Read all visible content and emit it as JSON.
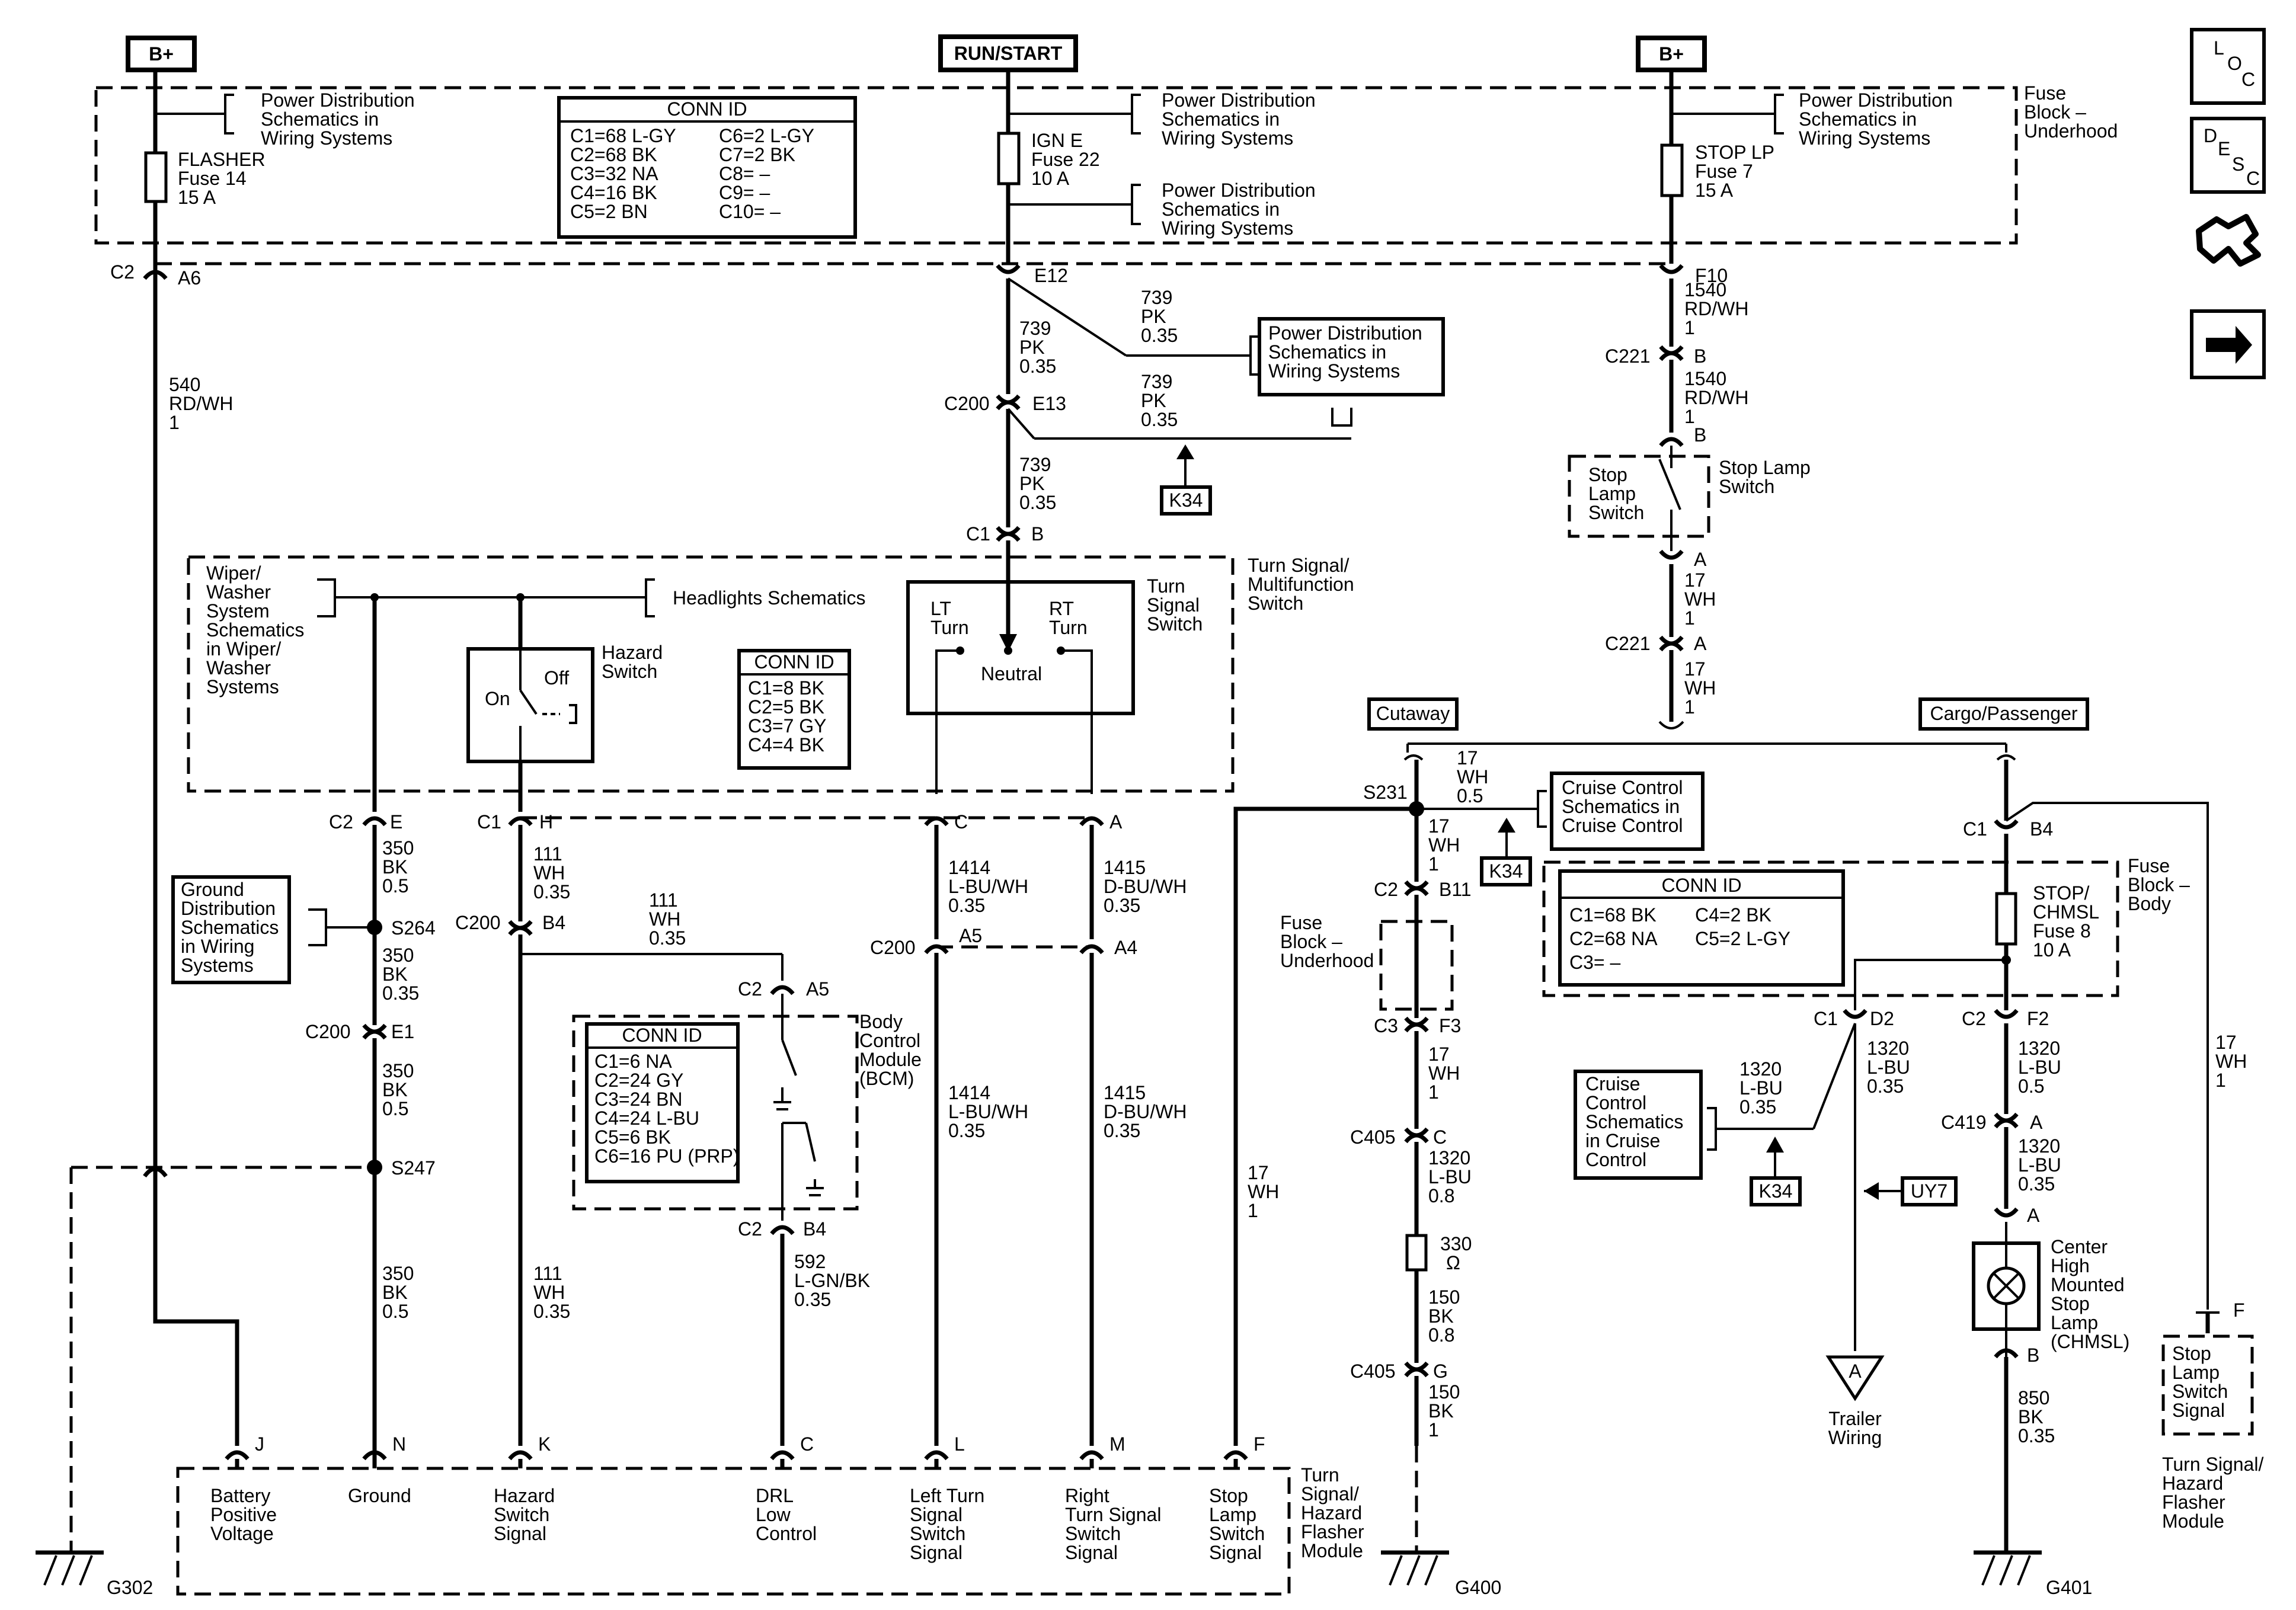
{
  "tags": {
    "b_plus_left": "B+",
    "run_start": "RUN/START",
    "b_plus_right": "B+",
    "cutaway": "Cutaway",
    "cargo_passenger": "Cargo/Passenger",
    "k34_1": "K34",
    "k34_2": "K34",
    "k34_3": "K34",
    "uy7": "UY7"
  },
  "fuse_block_underhood": "Fuse Block – Underhood",
  "fuses": {
    "flasher": [
      "FLASHER",
      "Fuse 14",
      "15 A"
    ],
    "ign_e": [
      "IGN E",
      "Fuse 22",
      "10 A"
    ],
    "stop_lp": [
      "STOP LP",
      "Fuse 7",
      "15 A"
    ],
    "stop_chmsl": [
      "STOP/",
      "CHMSL",
      "Fuse 8",
      "10 A"
    ]
  },
  "power_dist": [
    "Power Distribution",
    "Schematics in",
    "Wiring  Systems"
  ],
  "conn_top": {
    "title": "CONN ID",
    "left": [
      "C1=68 L-GY",
      "C2=68 BK",
      "C3=32 NA",
      "C4=16 BK",
      "C5=2 BN"
    ],
    "right": [
      "C6=2 L-GY",
      "C7=2 BK",
      "C8= –",
      "C9= –",
      "C10= –"
    ]
  },
  "conn_switch": {
    "title": "CONN ID",
    "rows": [
      "C1=8 BK",
      "C2=5 BK",
      "C3=7 GY",
      "C4=4 BK"
    ]
  },
  "conn_bcm": {
    "title": "CONN ID",
    "rows": [
      "C1=6 NA",
      "C2=24 GY",
      "C3=24 BN",
      "C4=24 L-BU",
      "C5=6 BK",
      "C6=16 PU (PRP)"
    ]
  },
  "conn_body": {
    "title": "CONN ID",
    "left": [
      "C1=68 BK",
      "C2=68 NA",
      "C3= –"
    ],
    "right": [
      "C4=2 BK",
      "C5=2 L-GY"
    ]
  },
  "labels": {
    "turn_switch_module": [
      "Turn Signal/",
      "Multifunction",
      "Switch"
    ],
    "turn_signal_switch": [
      "Turn",
      "Signal",
      "Switch"
    ],
    "wiper": [
      "Wiper/",
      "Washer",
      "System",
      "Schematics",
      "in Wiper/",
      "Washer",
      "Systems"
    ],
    "headlights": "Headlights Schematics",
    "hazard_switch": [
      "Hazard",
      "Switch"
    ],
    "on": "On",
    "off": "Off",
    "lt_turn": [
      "LT",
      "Turn"
    ],
    "rt_turn": [
      "RT",
      "Turn"
    ],
    "neutral": "Neutral",
    "ground_dist": [
      "Ground",
      "Distribution",
      "Schematics",
      "in Wiring",
      "Systems"
    ],
    "bcm": [
      "Body",
      "Control",
      "Module",
      "(BCM)"
    ],
    "stop_lamp_switch_box": [
      "Stop",
      "Lamp",
      "Switch"
    ],
    "stop_lamp_switch": [
      "Stop Lamp",
      "Switch"
    ],
    "cruise1": [
      "Cruise Control",
      "Schematics in",
      "Cruise Control"
    ],
    "cruise2": [
      "Cruise",
      "Control",
      "Schematics",
      "in Cruise",
      "Control"
    ],
    "fuse_block_body": [
      "Fuse",
      "Block –",
      "Body"
    ],
    "fuse_block_underhood2": [
      "Fuse",
      "Block –",
      "Underhood"
    ],
    "chmsl": [
      "Center",
      "High",
      "Mounted",
      "Stop",
      "Lamp",
      "(CHMSL)"
    ],
    "trailer": [
      "Trailer",
      "Wiring"
    ],
    "module_bottom": [
      "Turn",
      "Signal/",
      "Hazard",
      "Flasher",
      "Module"
    ],
    "module_right": [
      "Turn Signal/",
      "Hazard",
      "Flasher",
      "Module"
    ],
    "stop_lamp_signal_right": [
      "Stop",
      "Lamp",
      "Switch",
      "Signal"
    ],
    "ohm": "330",
    "connector_A": "A"
  },
  "module_pins": [
    {
      "pin": "J",
      "label": [
        "Battery",
        "Positive",
        "Voltage"
      ]
    },
    {
      "pin": "N",
      "label": [
        "Ground"
      ]
    },
    {
      "pin": "K",
      "label": [
        "Hazard",
        "Switch",
        "Signal"
      ]
    },
    {
      "pin": "C",
      "label": [
        "DRL",
        "Low",
        "Control"
      ]
    },
    {
      "pin": "L",
      "label": [
        "Left Turn",
        "Signal",
        "Switch",
        "Signal"
      ]
    },
    {
      "pin": "M",
      "label": [
        "Right",
        "Turn Signal",
        "Switch",
        "Signal"
      ]
    },
    {
      "pin": "F",
      "label": [
        "Stop",
        "Lamp",
        "Switch",
        "Signal"
      ]
    }
  ],
  "grounds": [
    "G302",
    "G400",
    "G401"
  ],
  "side_icons": {
    "loc": [
      "L",
      "O",
      "C"
    ],
    "desc": [
      "D",
      "E",
      "S",
      "C"
    ]
  },
  "wires": {
    "w540": [
      "540",
      "RD/WH",
      "1"
    ],
    "w739a": [
      "739",
      "PK",
      "0.35"
    ],
    "w739b": [
      "739",
      "PK",
      "0.35"
    ],
    "w739c": [
      "739",
      "PK",
      "0.35"
    ],
    "w739d": [
      "739",
      "PK",
      "0.35"
    ],
    "w1540a": [
      "1540",
      "RD/WH",
      "1"
    ],
    "w1540b": [
      "1540",
      "RD/WH",
      "1"
    ],
    "w17a": [
      "17",
      "WH",
      "1"
    ],
    "w17b": [
      "17",
      "WH",
      "1"
    ],
    "w17c": [
      "17",
      "WH",
      "0.5"
    ],
    "w17d": [
      "17",
      "WH",
      "1"
    ],
    "w17e": [
      "17",
      "WH",
      "1"
    ],
    "w17f": [
      "17",
      "WH",
      "1"
    ],
    "w17g": [
      "17",
      "WH",
      "1"
    ],
    "w350a": [
      "350",
      "BK",
      "0.5"
    ],
    "w350b": [
      "350",
      "BK",
      "0.35"
    ],
    "w350c": [
      "350",
      "BK",
      "0.5"
    ],
    "w350d": [
      "350",
      "BK",
      "0.5"
    ],
    "w111a": [
      "111",
      "WH",
      "0.35"
    ],
    "w111b": [
      "111",
      "WH",
      "0.35"
    ],
    "w111c": [
      "111",
      "WH",
      "0.35"
    ],
    "w1414a": [
      "1414",
      "L-BU/WH",
      "0.35"
    ],
    "w1414b": [
      "1414",
      "L-BU/WH",
      "0.35"
    ],
    "w1415a": [
      "1415",
      "D-BU/WH",
      "0.35"
    ],
    "w1415b": [
      "1415",
      "D-BU/WH",
      "0.35"
    ],
    "w592": [
      "592",
      "L-GN/BK",
      "0.35"
    ],
    "w1320a": [
      "1320",
      "L-BU",
      "0.8"
    ],
    "w1320b": [
      "1320",
      "L-BU",
      "0.35"
    ],
    "w1320c": [
      "1320",
      "L-BU",
      "0.35"
    ],
    "w1320d": [
      "1320",
      "L-BU",
      "0.5"
    ],
    "w1320e": [
      "1320",
      "L-BU",
      "0.35"
    ],
    "w150a": [
      "150",
      "BK",
      "0.8"
    ],
    "w150b": [
      "150",
      "BK",
      "1"
    ],
    "w850": [
      "850",
      "BK",
      "0.35"
    ]
  },
  "connectors": {
    "c2_a6": [
      "C2",
      "A6"
    ],
    "e12": [
      "E12"
    ],
    "f10": [
      "F10"
    ],
    "c200_e13": [
      "C200",
      "E13"
    ],
    "c221_b": [
      "C221",
      "B"
    ],
    "b_only": [
      "B"
    ],
    "c1_b": [
      "C1",
      "B"
    ],
    "a_only": [
      "A"
    ],
    "c221_a": [
      "C221",
      "A"
    ],
    "c2_e": [
      "C2",
      "E"
    ],
    "c1_h": [
      "C1",
      "H"
    ],
    "c_only": [
      "C"
    ],
    "a_only2": [
      "A"
    ],
    "s264": "S264",
    "c200_b4": [
      "C200",
      "B4"
    ],
    "c200_a5": [
      "C200",
      "A5"
    ],
    "a4": [
      "A4"
    ],
    "c200_e1": [
      "C200",
      "E1"
    ],
    "c2_a5": [
      "C2",
      "A5"
    ],
    "s247": "S247",
    "c2_b4": [
      "C2",
      "B4"
    ],
    "s231": "S231",
    "c2_b11": [
      "C2",
      "B11"
    ],
    "c3_f3": [
      "C3",
      "F3"
    ],
    "c405_c": [
      "C405",
      "C"
    ],
    "c405_g": [
      "C405",
      "G"
    ],
    "c1_b4": [
      "C1",
      "B4"
    ],
    "c1_d2": [
      "C1",
      "D2"
    ],
    "c2_f2": [
      "C2",
      "F2"
    ],
    "c419_a": [
      "C419",
      "A"
    ],
    "a_chmsl": [
      "A"
    ],
    "b_chmsl": [
      "B"
    ],
    "f_right": [
      "F"
    ]
  }
}
